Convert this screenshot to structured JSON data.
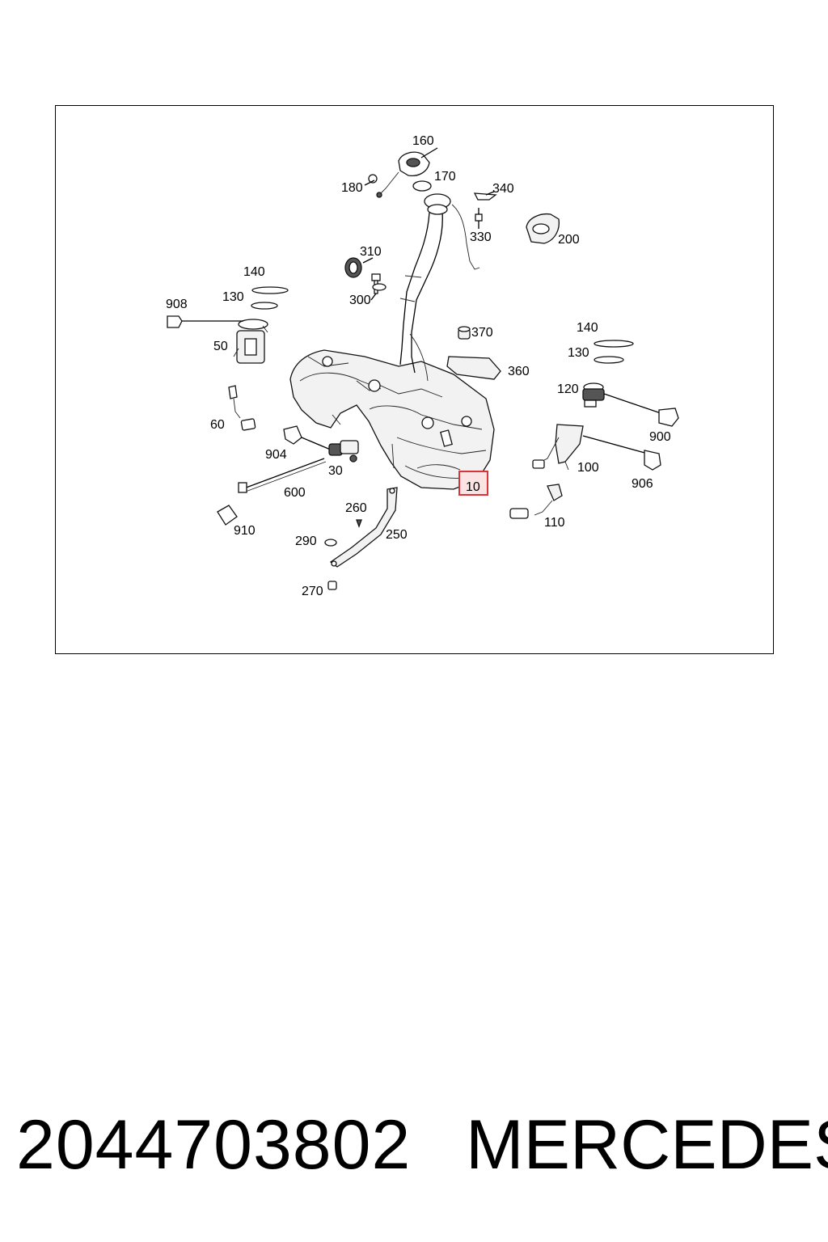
{
  "diagram": {
    "labels": {
      "p10": "10",
      "p30": "30",
      "p50": "50",
      "p60": "60",
      "p100": "100",
      "p110": "110",
      "p120": "120",
      "p130a": "130",
      "p130b": "130",
      "p140a": "140",
      "p140b": "140",
      "p160": "160",
      "p170": "170",
      "p180": "180",
      "p200": "200",
      "p250": "250",
      "p260": "260",
      "p270": "270",
      "p290": "290",
      "p300": "300",
      "p310": "310",
      "p330": "330",
      "p340": "340",
      "p360": "360",
      "p370": "370",
      "p600": "600",
      "p900": "900",
      "p904": "904",
      "p906": "906",
      "p908": "908",
      "p910": "910"
    },
    "highlighted_part": "10",
    "highlight_color": "#d9343a"
  },
  "caption": {
    "part_number": "2044703802",
    "brand": "MERCEDES"
  }
}
